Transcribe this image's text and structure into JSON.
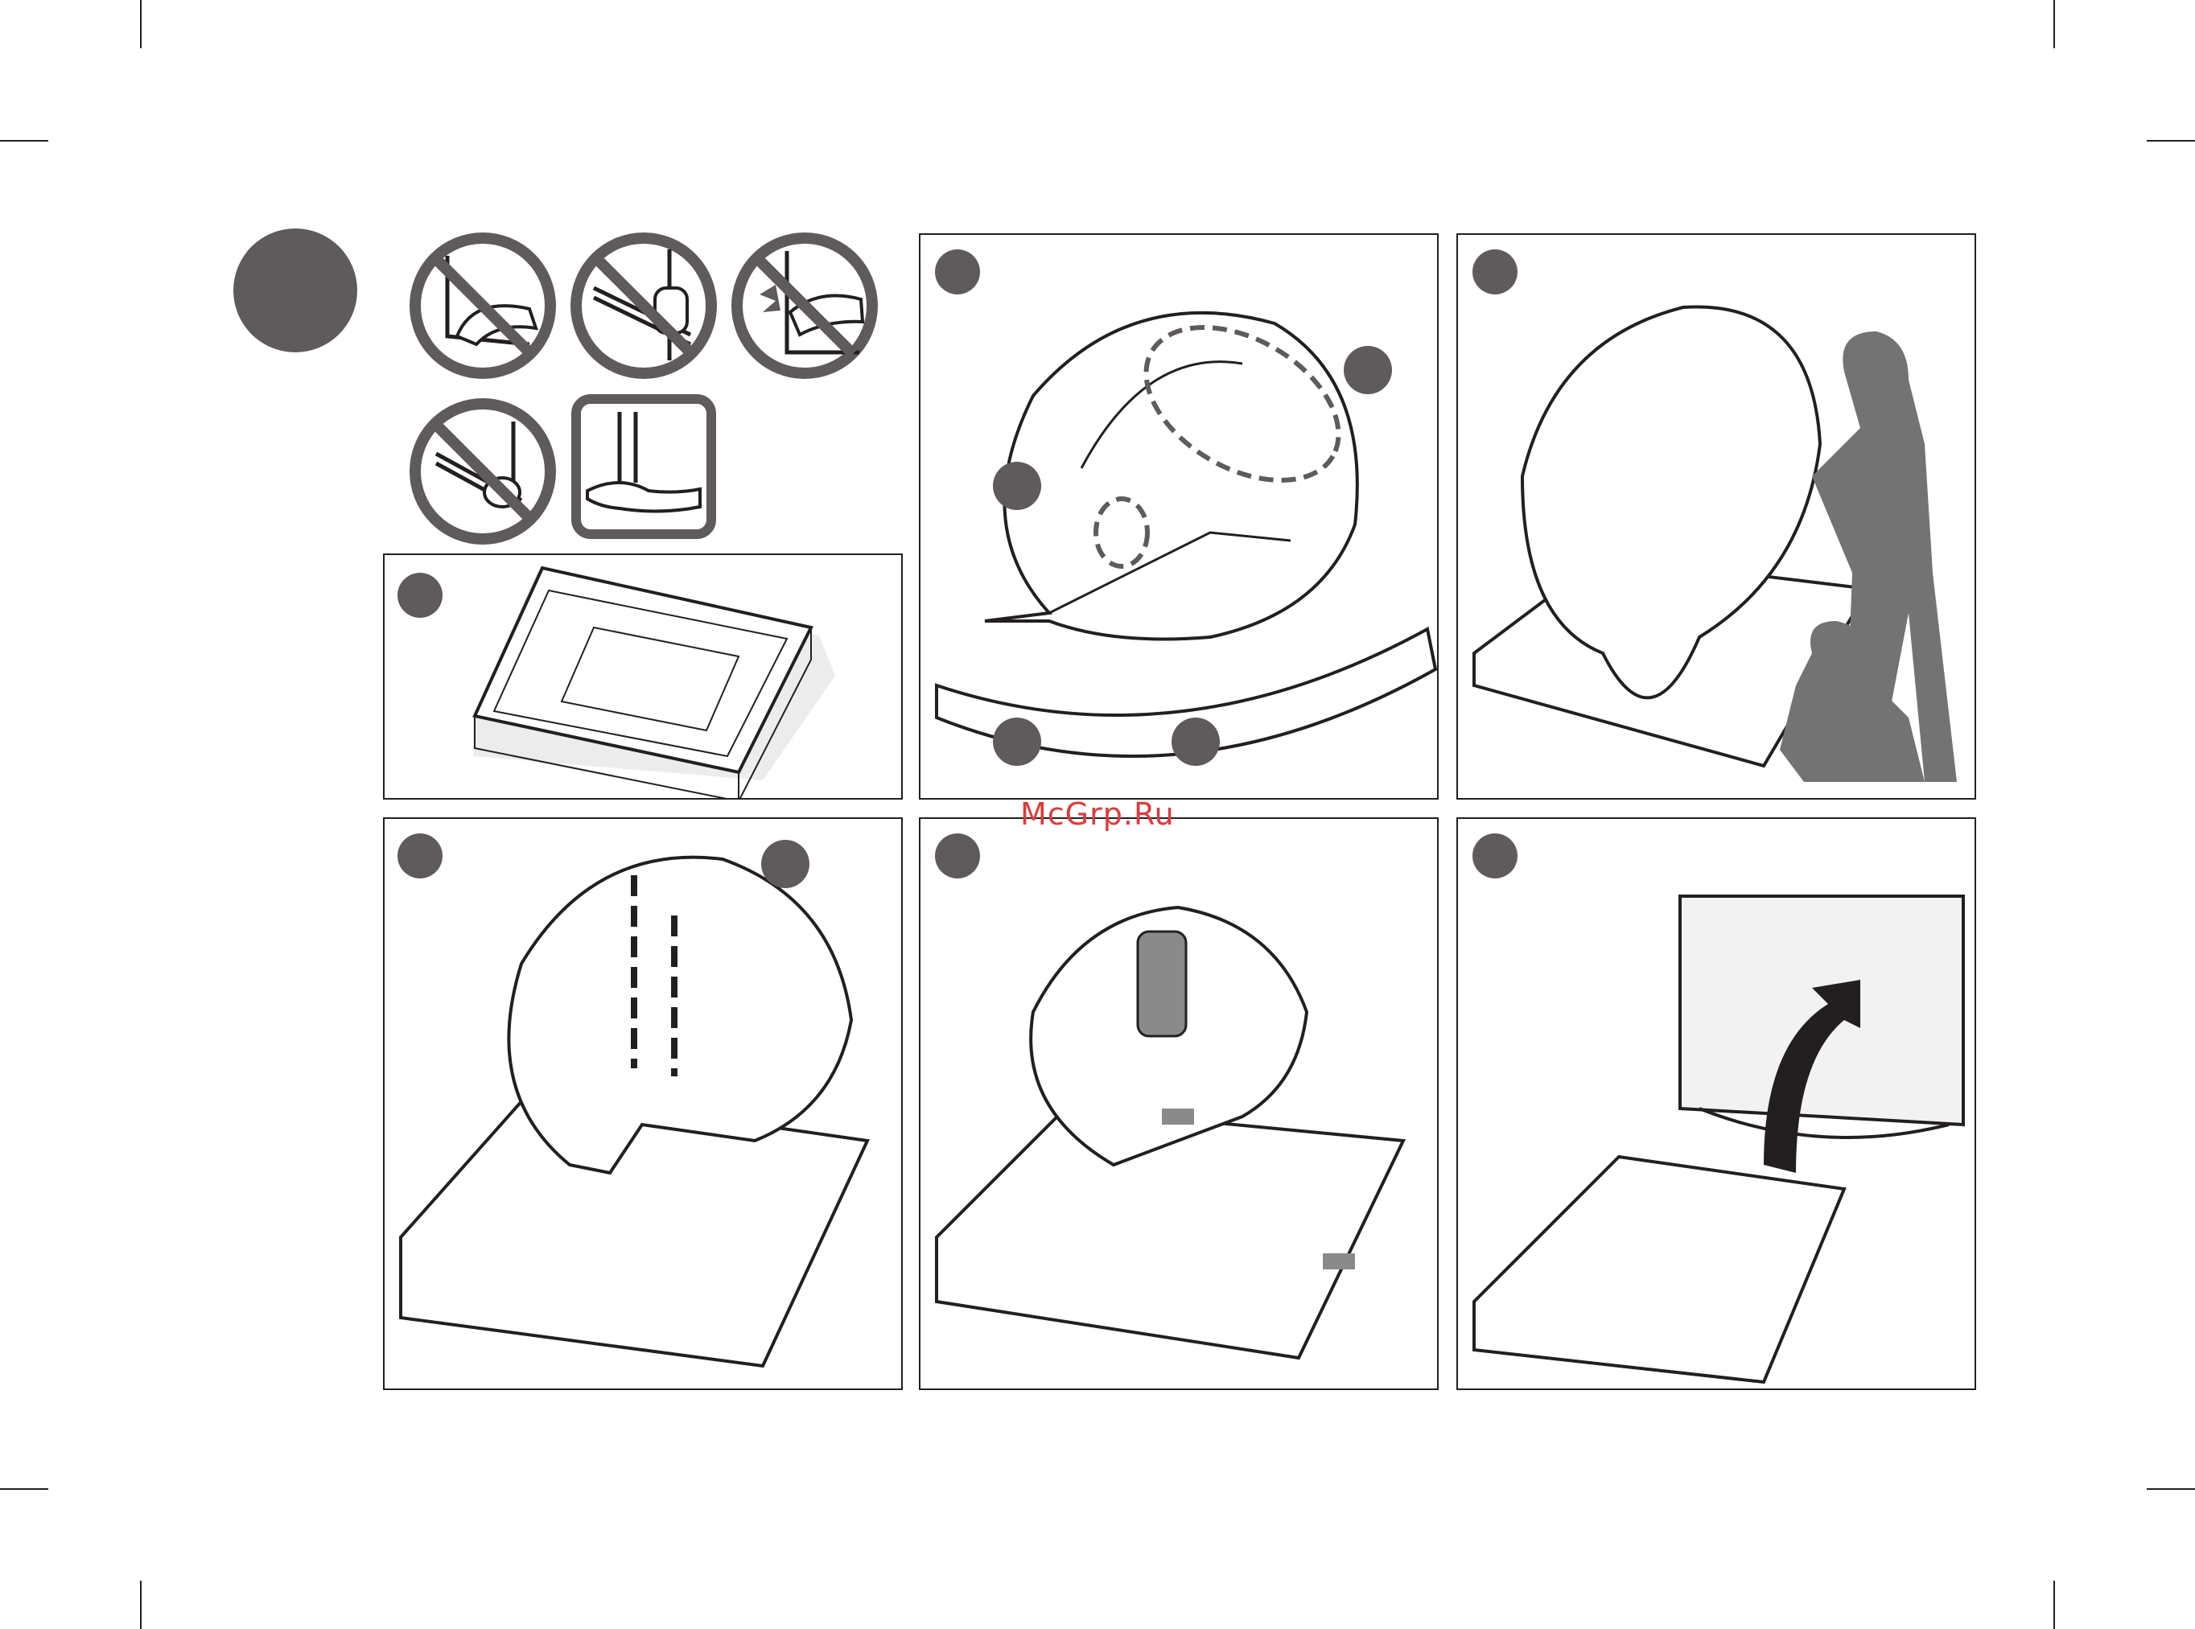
{
  "watermark": {
    "text": "McGrp.Ru",
    "color": "#e03a3a"
  },
  "colors": {
    "ink": "#231f20",
    "badge": "#5f5a5c",
    "silhouette": "#737373",
    "shadow": "#d9d9d9"
  },
  "caution_signs": [
    {
      "icon": "no-grip-screen-edge-icon",
      "prohibited": true
    },
    {
      "icon": "no-pinch-bezel-icon",
      "prohibited": true
    },
    {
      "icon": "no-press-screen-icon",
      "prohibited": true
    },
    {
      "icon": "no-grip-corner-icon",
      "prohibited": true
    },
    {
      "icon": "hold-bottom-correct-icon",
      "prohibited": false
    }
  ],
  "panels": [
    {
      "id": "step-lay-tv-facedown",
      "icon": "tv-facedown-on-cushion-icon"
    },
    {
      "id": "step-assemble-stand-screws",
      "icon": "stand-screws-callout-icon"
    },
    {
      "id": "step-attach-stand-two-people",
      "icon": "two-people-attach-stand-icon"
    },
    {
      "id": "step-fasten-stand-screws",
      "icon": "fasten-screws-callout-icon"
    },
    {
      "id": "step-attach-covers",
      "icon": "attach-cover-callout-icon"
    },
    {
      "id": "step-stand-tv-upright",
      "icon": "lift-tv-upright-icon"
    }
  ]
}
